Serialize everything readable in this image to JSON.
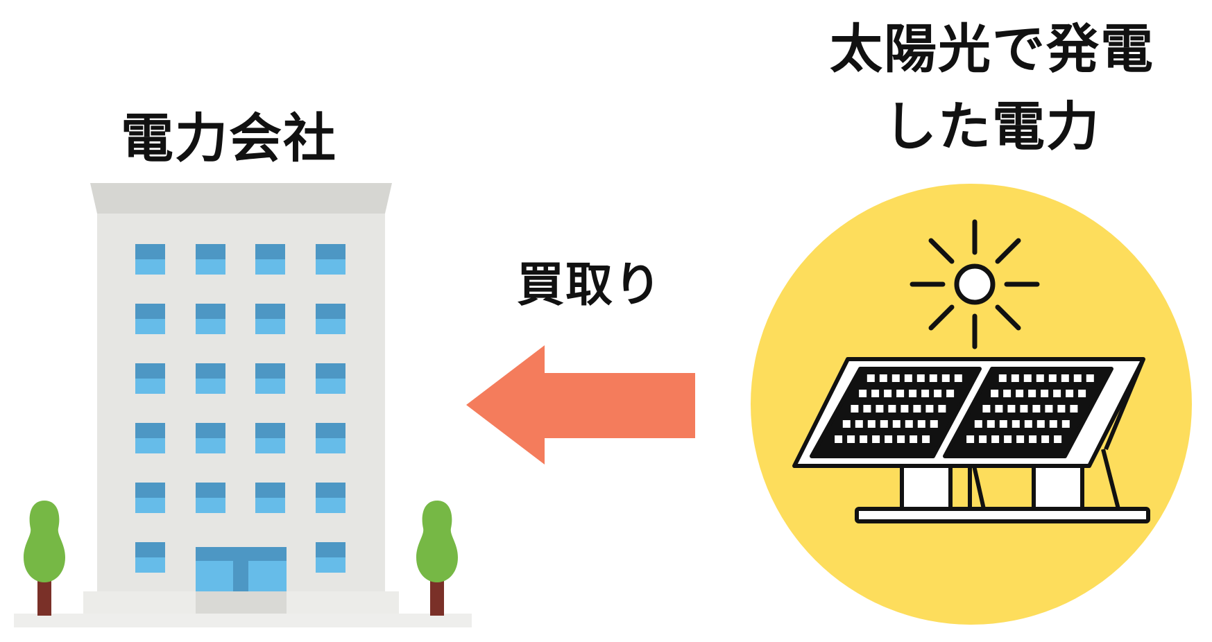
{
  "labels": {
    "company": "電力会社",
    "buyback": "買取り",
    "solar_line1": "太陽光で発電",
    "solar_line2": "した電力"
  },
  "colors": {
    "building_wall": "#e6e6e3",
    "building_roof": "#d6d6d2",
    "window_top": "#4d97c4",
    "window_bottom": "#66bce9",
    "tree_leaf": "#76b845",
    "tree_trunk": "#7a3028",
    "arrow": "#f47c5c",
    "sun_circle": "#fddd5c",
    "outline": "#111111"
  },
  "icons": [
    "office-building-icon",
    "tree-icon",
    "left-arrow-icon",
    "sun-icon",
    "solar-panel-icon"
  ]
}
